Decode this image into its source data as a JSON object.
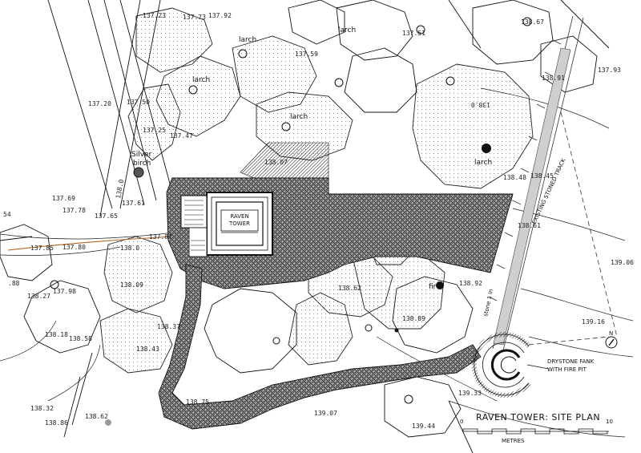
{
  "title": "RAVEN TOWER: SITE PLAN",
  "scale": {
    "start": "0",
    "end": "10",
    "unit": "METRES",
    "north": "N"
  },
  "building": {
    "line1": "RAVEN",
    "line2": "TOWER"
  },
  "track_label": "EXISTING STONED TRACK",
  "fank_label": {
    "line1": "DRYSTONE FANK",
    "line2": "WITH FIRE PIT"
  },
  "stone_lin": "stone 1 in",
  "contours": [
    "138.0",
    "138.0",
    "138.0"
  ],
  "trees": [
    "larch",
    "larch",
    "larch",
    "larch",
    "larch",
    "Silver",
    "birch",
    "fir"
  ],
  "spot_heights": [
    "137.23",
    "137.73",
    "137.92",
    "137.51",
    "137.59",
    "137.20",
    "137.50",
    "137.25",
    "137.47",
    "137.93",
    "137.69",
    "137.78",
    "137.61",
    "137.65",
    "137.85",
    "137.80",
    "137.87",
    "138.27",
    "137.98",
    "138.09",
    "138.18",
    "138.58",
    "138.37",
    "138.43",
    "138.32",
    "138.86",
    "138.62",
    "138.75",
    "139.07",
    "139.44",
    "139.33",
    "138.62",
    "138.92",
    "138.89",
    "138.61",
    "139.06",
    "139.16",
    "138.48",
    "138.45",
    "138.91",
    "54",
    ".88",
    "138.67",
    "138.07"
  ]
}
